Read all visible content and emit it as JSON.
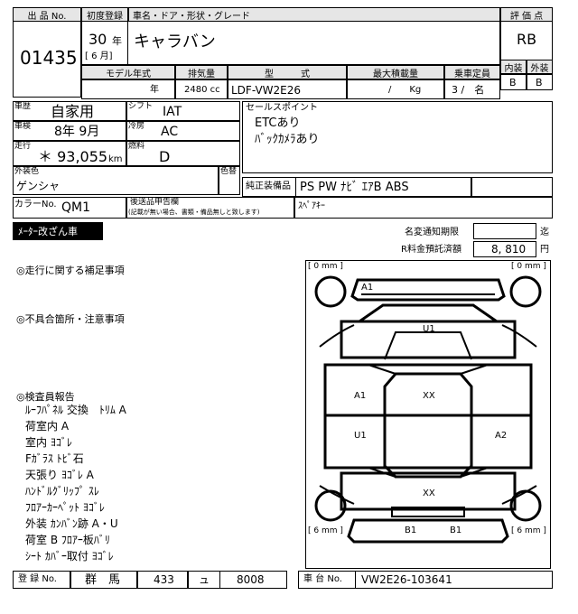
{
  "header": {
    "lot_label": "出 品 No.",
    "lot_no": "01435",
    "first_reg_label": "初度登録",
    "first_reg_year": "30",
    "year_unit": "年",
    "first_reg_month": "[ 6 月]",
    "car_name_label": "車名・ドア・形状・グレード",
    "car_name": "キャラバン",
    "model_year_label": "モデル年式",
    "model_year_unit": "年",
    "displacement_label": "排気量",
    "displacement": "2480 cc",
    "type_label": "型　　　式",
    "type_value": "LDF-VW2E26",
    "max_load_label": "最大積載量",
    "max_load": "/　　Kg",
    "capacity_label": "乗車定員",
    "capacity": "3 /　名",
    "grade_label": "評 価 点",
    "grade": "RB",
    "interior_label": "内装",
    "interior": "B",
    "exterior_label": "外装",
    "exterior": "B"
  },
  "specs": {
    "history_label": "車歴",
    "history": "自家用",
    "shift_label": "シフト",
    "shift": "IAT",
    "inspection_label": "車検",
    "inspection": "8年 9月",
    "ac_label": "冷房",
    "ac": "AC",
    "mileage_label": "走行",
    "mileage": "＊ 93,055",
    "mileage_unit": "km",
    "fuel_label": "燃料",
    "fuel": "D",
    "color_label": "外装色",
    "color": "ゲンシャ",
    "color_change_label": "色替",
    "color_no_label": "カラーNo.",
    "color_no": "QM1",
    "docs_label": "後送品申告欄",
    "docs_note": "(記載が無い場合、書類・備品無しと致します)"
  },
  "sales": {
    "label": "セールスポイント",
    "line1": "ETCあり",
    "line2": "ﾊﾞｯｸｶﾒﾗあり",
    "equipment_label": "純正装備品",
    "equipment": "PS PW ﾅﾋﾞ ｴｱB ABS",
    "extra": "ｽﾍﾟｱｷｰ"
  },
  "meter_tag": "ﾒｰﾀｰ改ざん車",
  "notices": {
    "name_change_label": "名変通知期限",
    "name_change_unit": "迄",
    "recycle_label": "R料金預託済額",
    "recycle_value": "8, 810",
    "recycle_unit": "円"
  },
  "remarks": {
    "running_label": "◎走行に関する補足事項",
    "defects_label": "◎不具合箇所・注意事項",
    "inspector_label": "◎検査員報告",
    "lines": [
      "ﾙｰﾌﾊﾟﾈﾙ 交換　ﾄﾘﾑ A",
      "荷室内 A",
      "室内 ﾖｺﾞﾚ",
      "Fｶﾞﾗｽ ﾄﾋﾞ石",
      "天張り ﾖｺﾞﾚ A",
      "ﾊﾝﾄﾞﾙｸﾞﾘｯﾌﾟ ｽﾚ",
      "ﾌﾛｱｰｶｰﾍﾟｯﾄ ﾖｺﾞﾚ",
      "外装 ｶﾝﾊﾞﾝ跡 A・U",
      "荷室 B ﾌﾛｱｰ板ﾊﾞﾘ",
      "ｼｰﾄ ｶﾊﾞｰ取付 ﾖｺﾞﾚ"
    ]
  },
  "diagram": {
    "tread_fl": "[ 0 mm ]",
    "tread_fr": "[ 0 mm ]",
    "tread_rl": "[ 6 mm ]",
    "tread_rr": "[ 6 mm ]",
    "marks": {
      "front_bumper": "A1",
      "hood": "U1",
      "left_front": "A1",
      "roof": "XX",
      "left_rear": "U1",
      "right_side": "A2",
      "rear_roof": "XX",
      "rear_bumper_left": "B1",
      "rear_bumper_right": "B1"
    }
  },
  "footer": {
    "reg_label": "登 録 No.",
    "reg_area": "群　馬",
    "reg_class": "433",
    "reg_kana": "ュ",
    "reg_number": "8008",
    "chassis_label": "車 台 No.",
    "chassis": "VW2E26-103641"
  }
}
